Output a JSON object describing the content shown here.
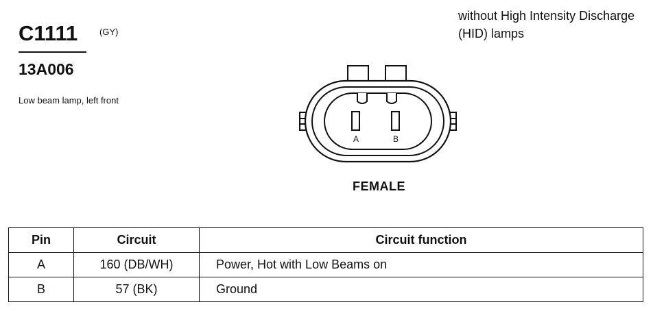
{
  "connector": {
    "id": "C1111",
    "color_code": "(GY)",
    "part_number": "13A006",
    "description": "Low beam lamp, left front"
  },
  "note": "without High Intensity Discharge (HID) lamps",
  "diagram": {
    "pin_labels": [
      "A",
      "B"
    ],
    "gender": "FEMALE"
  },
  "table": {
    "headers": [
      "Pin",
      "Circuit",
      "Circuit function"
    ],
    "rows": [
      {
        "pin": "A",
        "circuit": "160 (DB/WH)",
        "function": "Power, Hot with Low Beams on"
      },
      {
        "pin": "B",
        "circuit": "57 (BK)",
        "function": "Ground"
      }
    ]
  }
}
